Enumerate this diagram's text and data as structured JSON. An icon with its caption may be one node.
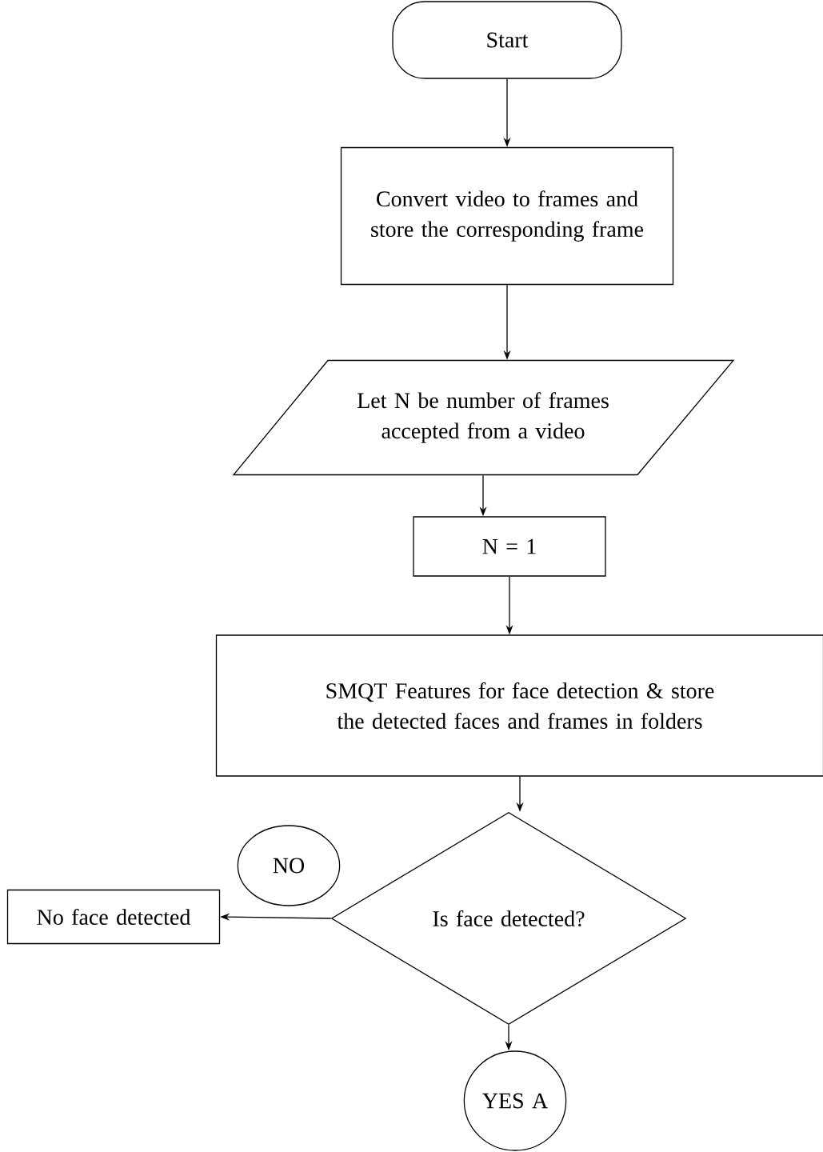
{
  "diagram": {
    "nodes": [
      {
        "text": [
          "Start"
        ]
      },
      {
        "text": [
          "Convert video to frames and store the corresponding frame"
        ]
      },
      {
        "text": [
          "Let N be number of frames accepted from a video"
        ]
      },
      {
        "text": [
          "N = 1"
        ]
      },
      {
        "text": [
          "SMQT Features for face detection & store the detected faces and frames in folders"
        ]
      },
      {
        "text": [
          "NO"
        ]
      },
      {
        "text": [
          "No face detected"
        ]
      },
      {
        "text": [
          "Is face detected?"
        ]
      },
      {
        "text": [
          "YES A"
        ]
      }
    ],
    "edges": [
      {
        "from": 0,
        "to": 1,
        "arrow": "to"
      },
      {
        "from": 1,
        "to": 2,
        "arrow": "to"
      },
      {
        "from": 2,
        "to": 3,
        "arrow": "to"
      },
      {
        "from": 3,
        "to": 4,
        "arrow": "to"
      },
      {
        "from": 4,
        "to": 7,
        "arrow": "to"
      },
      {
        "from": 7,
        "to": 6,
        "arrow": "to"
      },
      {
        "from": 7,
        "to": 8,
        "arrow": "to"
      }
    ]
  }
}
